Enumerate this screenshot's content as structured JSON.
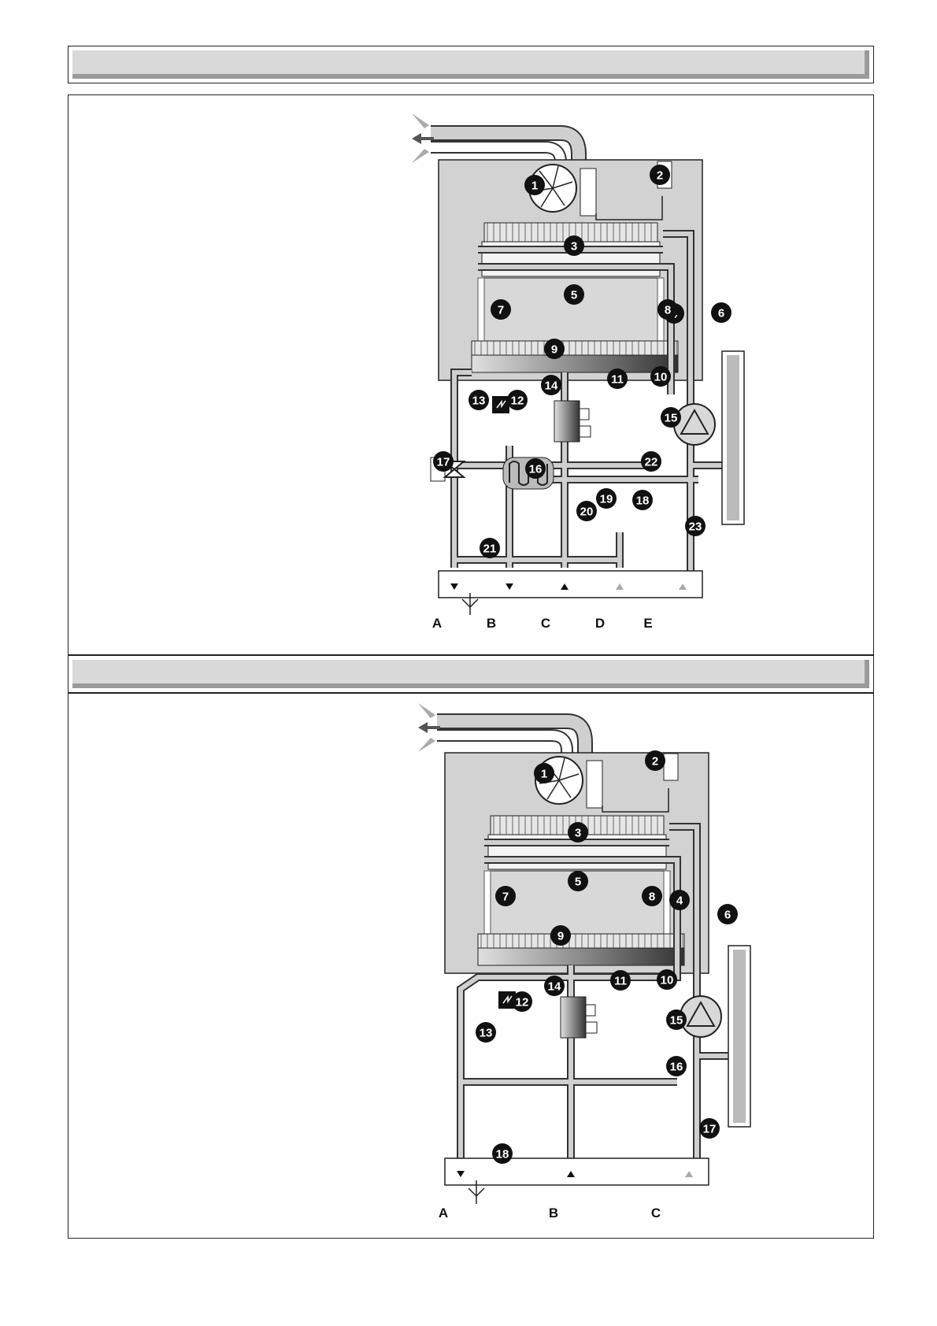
{
  "sections": [
    {
      "title": "",
      "callouts": [
        "1",
        "2",
        "3",
        "4",
        "5",
        "6",
        "7",
        "8",
        "9",
        "10",
        "11",
        "12",
        "13",
        "14",
        "15",
        "16",
        "17",
        "18",
        "19",
        "20",
        "21",
        "22",
        "23"
      ],
      "connections": [
        "A",
        "B",
        "C",
        "D",
        "E"
      ]
    },
    {
      "title": "",
      "callouts": [
        "1",
        "2",
        "3",
        "4",
        "5",
        "6",
        "7",
        "8",
        "9",
        "10",
        "11",
        "12",
        "13",
        "14",
        "15",
        "16",
        "17",
        "18"
      ],
      "connections": [
        "A",
        "B",
        "C"
      ]
    }
  ]
}
